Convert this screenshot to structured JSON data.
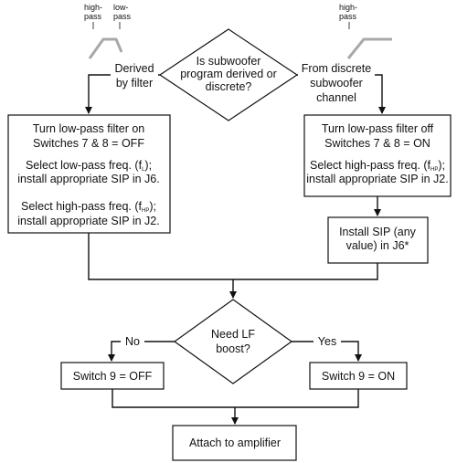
{
  "legend_left": {
    "high": "high-",
    "high2": "pass",
    "low": "low-",
    "low2": "pass"
  },
  "legend_right": {
    "high": "high-",
    "high2": "pass"
  },
  "decision_source": {
    "l1": "Is subwoofer",
    "l2": "program derived or",
    "l3": "discrete?"
  },
  "label_derived": {
    "l1": "Derived",
    "l2": "by filter"
  },
  "label_discrete": {
    "l1": "From discrete",
    "l2": "subwoofer",
    "l3": "channel"
  },
  "box_left": {
    "l1": "Turn low-pass filter on",
    "l2": "Switches 7 & 8 = OFF",
    "l3a": "Select low-pass freq. (f",
    "l3sub": "L",
    "l3b": ");",
    "l4": "install appropriate SIP in J6.",
    "l5a": "Select high-pass freq. (f",
    "l5sub": "HP",
    "l5b": ");",
    "l6": "install appropriate SIP in J2."
  },
  "box_right": {
    "l1": "Turn low-pass filter off",
    "l2": "Switches 7 & 8 = ON",
    "l3a": "Select high-pass freq. (f",
    "l3sub": "HP",
    "l3b": ");",
    "l4": "install appropriate SIP in J2."
  },
  "box_sip": {
    "l1": "Install SIP (any",
    "l2": "value) in J6*"
  },
  "decision_boost": {
    "l1": "Need LF",
    "l2": "boost?"
  },
  "label_no": "No",
  "label_yes": "Yes",
  "box_off": "Switch 9 = OFF",
  "box_on": "Switch 9 = ON",
  "box_attach": "Attach to amplifier"
}
